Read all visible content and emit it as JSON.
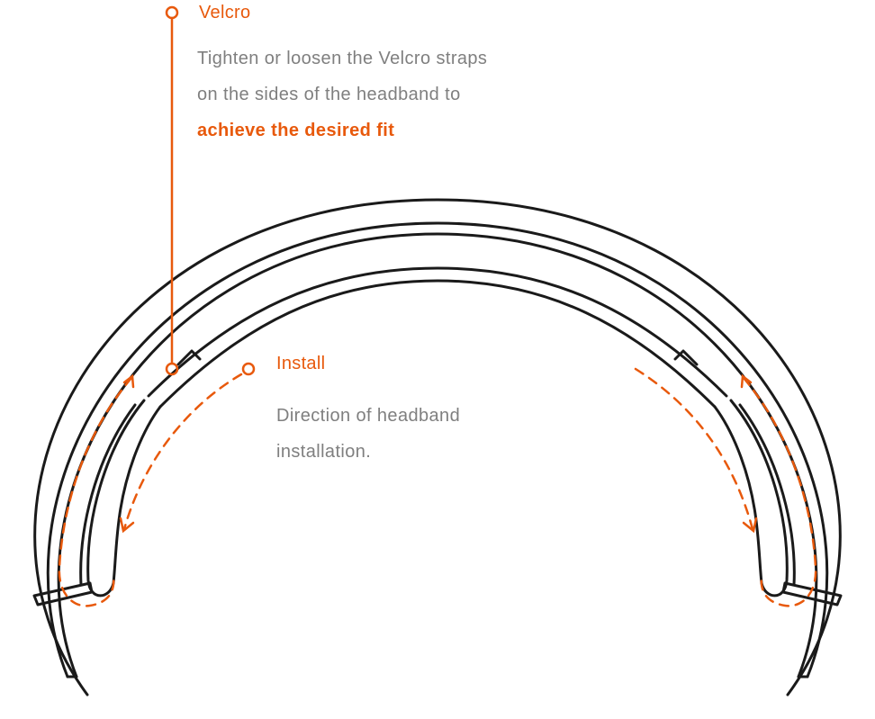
{
  "colors": {
    "accent": "#E8590C",
    "body_text": "#7F7F7F",
    "line": "#1A1A1A",
    "background": "#FFFFFF"
  },
  "velcro": {
    "title": "Velcro",
    "lines": [
      "Tighten or loosen the Velcro straps",
      "on the sides of the headband to"
    ],
    "highlight": "achieve the desired fit"
  },
  "install": {
    "title": "Install",
    "lines": [
      "Direction of headband",
      "installation."
    ]
  }
}
